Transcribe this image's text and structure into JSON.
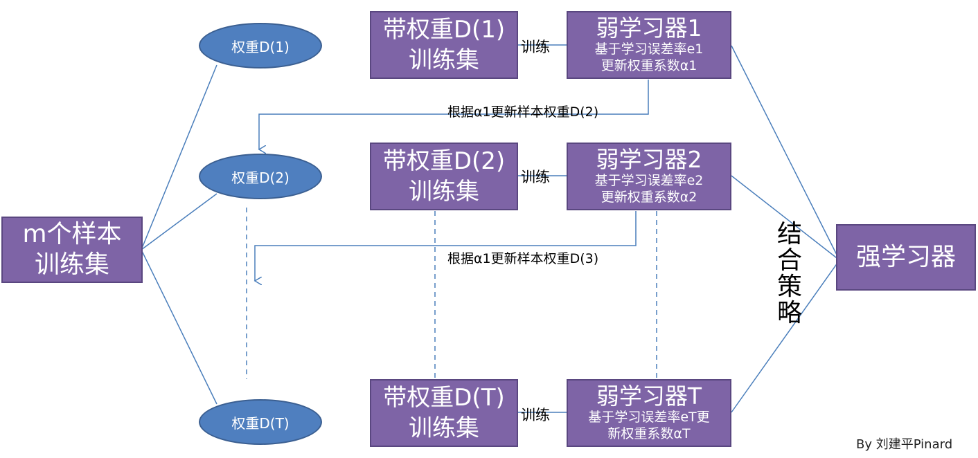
{
  "source": {
    "line1": "m个样本",
    "line2": "训练集"
  },
  "weights": [
    "权重D(1)",
    "权重D(2)",
    "权重D(T)"
  ],
  "weighted_sets": [
    {
      "line1": "带权重D(1)",
      "line2": "训练集"
    },
    {
      "line1": "带权重D(2)",
      "line2": "训练集"
    },
    {
      "line1": "带权重D(T)",
      "line2": "训练集"
    }
  ],
  "train_labels": [
    "训练",
    "训练",
    "训练"
  ],
  "weak_learners": [
    {
      "title": "弱学习器1",
      "line1": "基于学习误差率e1",
      "line2": "更新权重系数α1"
    },
    {
      "title": "弱学习器2",
      "line1": "基于学习误差率e2",
      "line2": "更新权重系数α2"
    },
    {
      "title": "弱学习器T",
      "line1": "基于学习误差率eT更",
      "line2": "新权重系数αT"
    }
  ],
  "update_labels": [
    "根据α1更新样本权重D(2)",
    "根据α1更新样本权重D(3)"
  ],
  "combine_strategy": [
    "结",
    "合",
    "策",
    "略"
  ],
  "strong_learner": "强学习器",
  "credit": "By 刘建平Pinard",
  "colors": {
    "box": "#7e64a6",
    "ellipse": "#4f7fbf",
    "line": "#4a7ebb"
  }
}
